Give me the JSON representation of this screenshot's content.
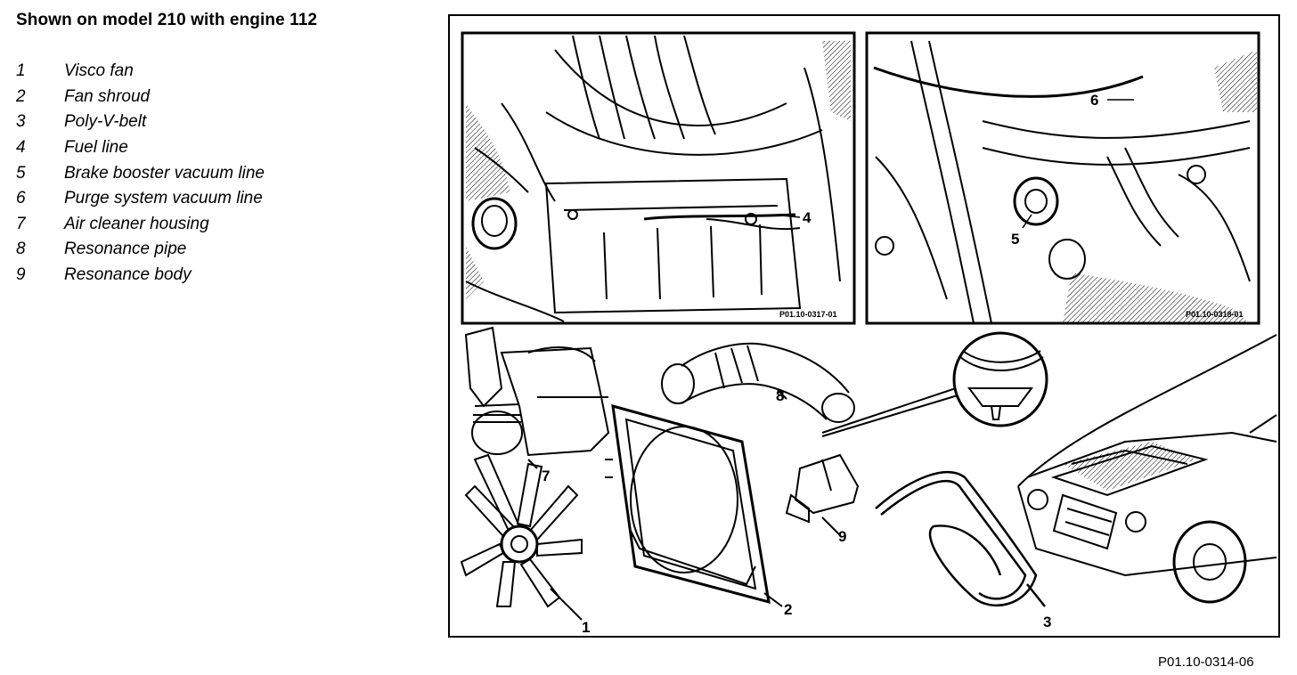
{
  "heading": "Shown on model 210 with engine 112",
  "legend": [
    {
      "num": "1",
      "label": "Visco fan"
    },
    {
      "num": "2",
      "label": "Fan shroud"
    },
    {
      "num": "3",
      "label": "Poly-V-belt"
    },
    {
      "num": "4",
      "label": "Fuel line"
    },
    {
      "num": "5",
      "label": "Brake booster vacuum line"
    },
    {
      "num": "6",
      "label": "Purge system vacuum line"
    },
    {
      "num": "7",
      "label": "Air cleaner housing"
    },
    {
      "num": "8",
      "label": "Resonance pipe"
    },
    {
      "num": "9",
      "label": "Resonance body"
    }
  ],
  "photo_left_code": "P01.10-0317-01",
  "photo_right_code": "P01.10-0318-01",
  "figure_code": "P01.10-0314-06",
  "callouts": {
    "fan": "1",
    "shroud": "2",
    "belt": "3",
    "fuel_line": "4",
    "brake_line": "5",
    "purge_line": "6",
    "air_cleaner": "7",
    "resonance_pipe": "8",
    "resonance_body": "9"
  }
}
